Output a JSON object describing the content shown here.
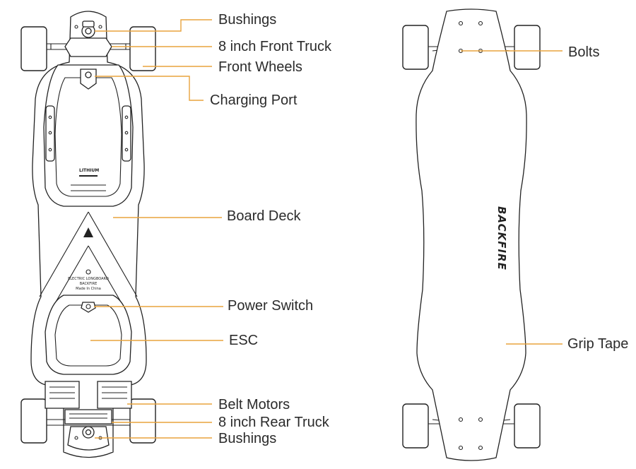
{
  "labels": {
    "bushings_top": "Bushings",
    "front_truck": "8 inch Front Truck",
    "front_wheels": "Front Wheels",
    "charging_port": "Charging Port",
    "board_deck": "Board Deck",
    "power_switch": "Power Switch",
    "esc": "ESC",
    "belt_motors": "Belt Motors",
    "rear_truck": "8 inch Rear Truck",
    "bushings_bottom": "Bushings",
    "bolts": "Bolts",
    "grip_tape": "Grip Tape"
  },
  "board_text": {
    "battery_mark": "LITHIUM",
    "deck_line1": "ELECTRIC LONGBOARD",
    "deck_line2": "BACKFIRE",
    "deck_line3": "Made In China",
    "grip_logo": "BACKFIRE"
  },
  "colors": {
    "leader": "#e8a33d",
    "outline": "#222222",
    "text": "#2b2b2b"
  }
}
